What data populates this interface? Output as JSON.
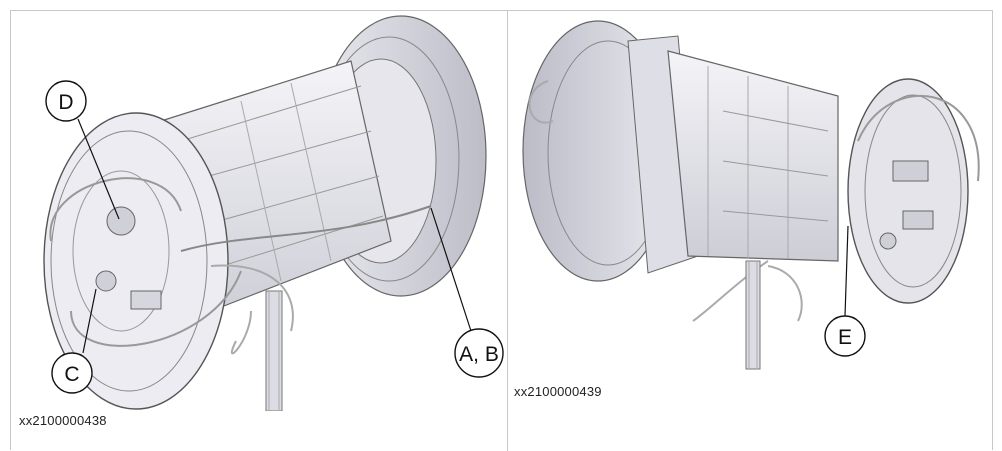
{
  "figures": [
    {
      "id_label": "xx2100000438",
      "callouts": {
        "a_b": "A, B",
        "c": "C",
        "d": "D"
      }
    },
    {
      "id_label": "xx2100000439",
      "callouts": {
        "e": "E"
      }
    }
  ]
}
